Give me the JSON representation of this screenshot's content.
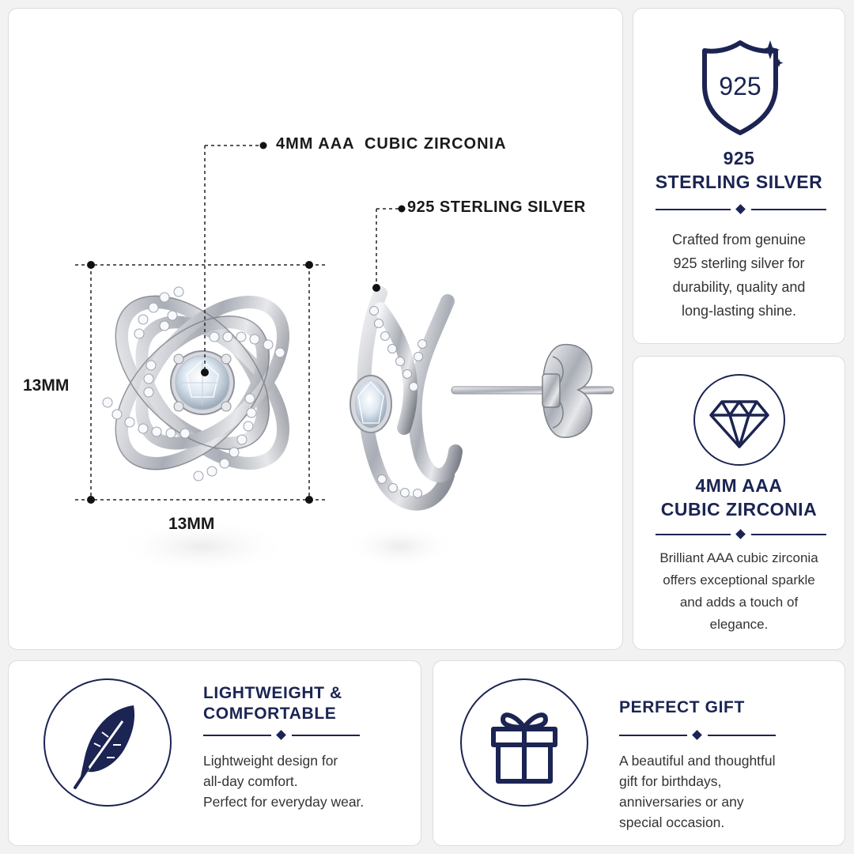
{
  "product": {
    "callout_cz": "4MM AAA  CUBIC ZIRCONIA",
    "callout_silver": "925 STERLING SILVER",
    "dim_height": "13MM",
    "dim_width": "13MM"
  },
  "silver_card": {
    "icon": "shield-925-icon",
    "badge_text": "925",
    "title_line1": "925",
    "title_line2": "STERLING SILVER",
    "body": [
      "Crafted from genuine",
      "925 sterling silver for",
      "durability, quality and",
      "long-lasting shine."
    ]
  },
  "cz_card": {
    "icon": "diamond-icon",
    "title_line1": "4MM AAA",
    "title_line2": "CUBIC ZIRCONIA",
    "body": [
      "Brilliant AAA cubic zirconia",
      "offers exceptional sparkle",
      "and adds a touch of",
      "elegance."
    ]
  },
  "light_card": {
    "icon": "feather-icon",
    "title_line1": "LIGHTWEIGHT &",
    "title_line2": "COMFORTABLE",
    "body": [
      "Lightweight design for",
      "all-day comfort.",
      "Perfect for everyday wear."
    ]
  },
  "gift_card": {
    "icon": "gift-icon",
    "title": "PERFECT GIFT",
    "body": [
      "A beautiful and thoughtful",
      "gift for birthdays,",
      "anniversaries or any",
      "special occasion."
    ]
  },
  "colors": {
    "navy": "#1b2452",
    "silver": "#b9bcc3",
    "background": "#f2f2f3"
  }
}
